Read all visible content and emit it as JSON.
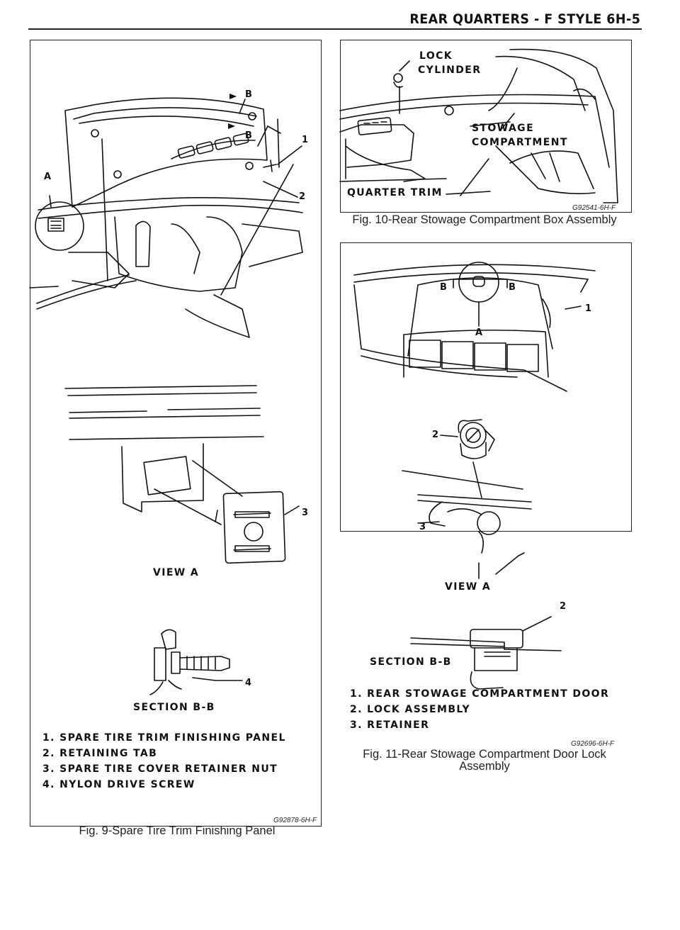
{
  "header": {
    "title": "REAR QUARTERS - F STYLE 6H-5"
  },
  "fig9": {
    "caption": "Fig. 9-Spare Tire Trim Finishing Panel",
    "code": "G92878-6H-F",
    "labels": {
      "A": "A",
      "B1": "B",
      "B2": "B",
      "n1": "1",
      "n2": "2",
      "n3": "3",
      "n4": "4"
    },
    "view_a": "VIEW A",
    "section": "SECTION B-B",
    "legend": [
      "1. SPARE TIRE TRIM FINISHING PANEL",
      "2. RETAINING TAB",
      "3. SPARE TIRE COVER RETAINER NUT",
      "4. NYLON DRIVE SCREW"
    ]
  },
  "fig10": {
    "caption": "Fig. 10-Rear Stowage Compartment Box Assembly",
    "code": "G92541-6H-F",
    "lock_line1": "LOCK",
    "lock_line2": "CYLINDER",
    "stowage_line1": "STOWAGE",
    "stowage_line2": "COMPARTMENT",
    "quarter_trim": "QUARTER TRIM"
  },
  "fig11": {
    "caption_line1": "Fig. 11-Rear Stowage Compartment Door Lock",
    "caption_line2": "Assembly",
    "code": "G92696-6H-F",
    "labels": {
      "A": "A",
      "B1": "B",
      "B2": "B",
      "n1": "1",
      "n2a": "2",
      "n2b": "2",
      "n3": "3"
    },
    "view_a": "VIEW A",
    "section": "SECTION B-B",
    "legend": [
      "1. REAR STOWAGE COMPARTMENT DOOR",
      "2. LOCK ASSEMBLY",
      "3. RETAINER"
    ]
  }
}
